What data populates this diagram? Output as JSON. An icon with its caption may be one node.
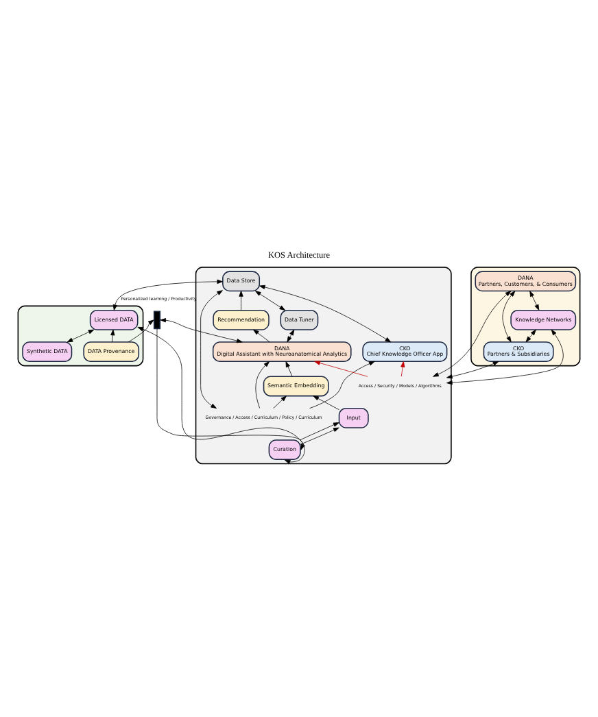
{
  "diagram": {
    "title": "KOS Architecture",
    "nodes": [
      {
        "text": [],
        "shape": "box"
      },
      {
        "text": [
          "CKO",
          "Chief Knowledge Officer App"
        ],
        "in": 0
      },
      {
        "text": [
          "Data Store"
        ],
        "in": 0
      },
      {
        "text": [
          "Data Tuner"
        ],
        "in": 0
      },
      {
        "text": [
          "Recommendation"
        ],
        "in": 0
      },
      {
        "text": [
          "DANA",
          "Digital Assistant with Neuroanatomical Analytics"
        ],
        "in": 0
      },
      {
        "text": [
          "Semantic Embedding"
        ],
        "in": 0
      },
      {
        "text": [
          "Input"
        ],
        "in": 0
      },
      {
        "text": [
          "Curation"
        ],
        "in": 0
      },
      {
        "text": [],
        "shape": "box"
      },
      {
        "text": [
          "CKO",
          "Partners & Subsidiaries"
        ],
        "in": 9
      },
      {
        "text": [
          "Knowledge Networks"
        ],
        "in": 9
      },
      {
        "text": [
          "DANA",
          "Partners, Customers, & Consumers"
        ],
        "in": 9
      },
      {
        "text": [],
        "shape": "box"
      },
      {
        "text": [
          "Synthetic DATA"
        ],
        "in": 13
      },
      {
        "text": [
          "Licensed DATA"
        ],
        "in": 13
      },
      {
        "text": [
          "DATA Provenance"
        ],
        "in": 13
      },
      {
        "text": [],
        "shape": "person"
      },
      {
        "text": [
          "Governance / Access / Curriculum / Policy / Curriculum"
        ],
        "in": 0
      },
      {
        "text": [
          "Access / Security / Models / Algorithms"
        ],
        "in": 0
      }
    ],
    "edges": [
      {
        "from": 1,
        "to": 2,
        "arrow": "both"
      },
      {
        "from": 3,
        "to": 2,
        "arrow": "both"
      },
      {
        "from": 4,
        "to": 2,
        "arrow": "to"
      },
      {
        "from": 5,
        "to": 3,
        "arrow": "both"
      },
      {
        "from": 5,
        "to": 4,
        "arrow": "to"
      },
      {
        "from": 6,
        "to": 5,
        "arrow": "to"
      },
      {
        "from": 7,
        "to": 6,
        "arrow": "to"
      },
      {
        "from": 8,
        "to": 7,
        "arrow": "to"
      },
      {
        "from": 8,
        "to": 7,
        "arrow": "to"
      },
      {
        "from": 17,
        "to": 8,
        "arrow": "to"
      },
      {
        "from": 18,
        "to": 1,
        "arrow": "to"
      },
      {
        "from": 18,
        "to": 2,
        "arrow": "both"
      },
      {
        "from": 18,
        "to": 5,
        "arrow": "to"
      },
      {
        "from": 18,
        "to": 6,
        "arrow": "to"
      },
      {
        "from": 19,
        "to": 1,
        "arrow": "to",
        "color": "#c00000"
      },
      {
        "from": 19,
        "to": 5,
        "arrow": "to",
        "color": "#c00000"
      },
      {
        "from": 19,
        "to": 10,
        "arrow": "both"
      },
      {
        "from": 19,
        "to": 11,
        "arrow": "both"
      },
      {
        "from": 19,
        "to": 12,
        "arrow": "both"
      },
      {
        "from": 10,
        "to": 11,
        "arrow": "both"
      },
      {
        "from": 10,
        "to": 12,
        "arrow": "both"
      },
      {
        "from": 11,
        "to": 12,
        "arrow": "both"
      },
      {
        "from": 2,
        "to": 15,
        "arrow": "both",
        "label": "Personalized learning / Productivity"
      },
      {
        "from": 5,
        "to": 17,
        "arrow": "both"
      },
      {
        "from": 14,
        "to": 15,
        "arrow": "both"
      },
      {
        "from": 15,
        "to": 8,
        "arrow": "both"
      },
      {
        "from": 16,
        "to": 15,
        "arrow": "to"
      },
      {
        "from": 16,
        "to": 17,
        "arrow": "to"
      }
    ]
  }
}
